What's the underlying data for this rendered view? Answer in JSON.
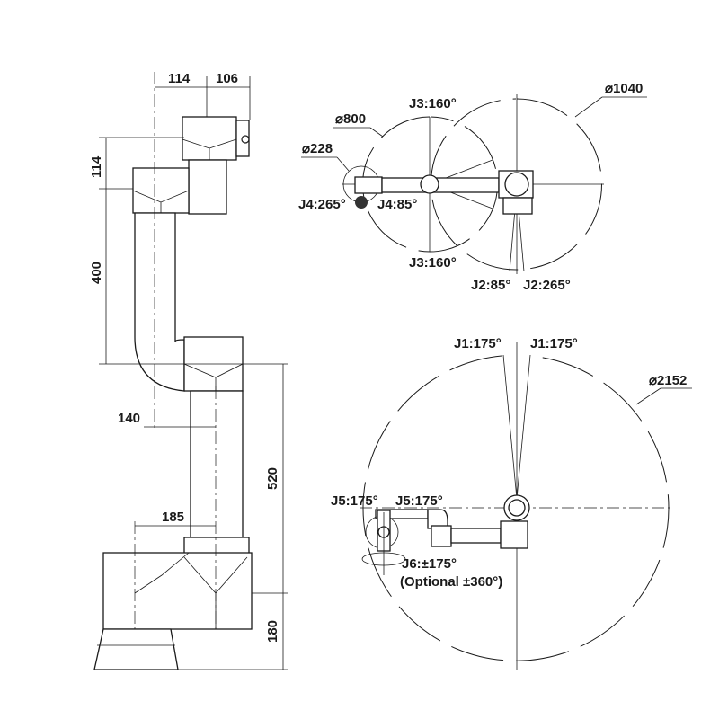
{
  "side_view": {
    "dims": {
      "d114_top": "114",
      "d106": "106",
      "d114_side": "114",
      "d400": "400",
      "d140": "140",
      "d520": "520",
      "d185": "185",
      "d180": "180"
    }
  },
  "top_view": {
    "dia_1040": "⌀1040",
    "dia_800": "⌀800",
    "dia_228": "⌀228",
    "j3_top": "J3:160°",
    "j3_bottom": "J3:160°",
    "j4_left": "J4:265°",
    "j4_right": "J4:85°",
    "j2_left": "J2:85°",
    "j2_right": "J2:265°"
  },
  "plan_view": {
    "dia_2152": "⌀2152",
    "j1_left": "J1:175°",
    "j1_right": "J1:175°",
    "j5_left": "J5:175°",
    "j5_right": "J5:175°",
    "j6": "J6:±175°",
    "j6_optional": "(Optional ±360°)"
  }
}
